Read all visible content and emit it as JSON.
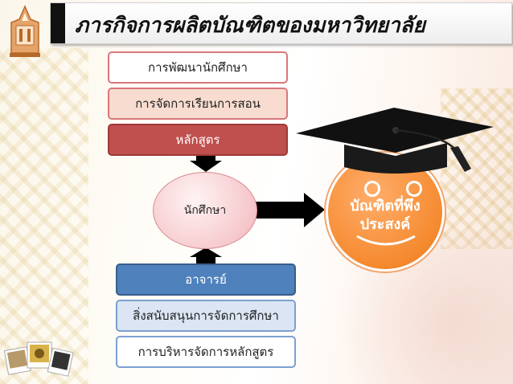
{
  "slide": {
    "title": "ภารกิจการผลิตบัณฑิตของมหาวิทยาลัย",
    "top_boxes": [
      {
        "label": "การพัฒนานักศึกษา"
      },
      {
        "label": "การจัดการเรียนการสอน"
      },
      {
        "label": "หลักสูตร"
      }
    ],
    "center": {
      "label": "นักศึกษา"
    },
    "outcome": {
      "line1": "บัณฑิตที่พึง",
      "line2": "ประสงค์"
    },
    "bottom_boxes": [
      {
        "label": "อาจารย์"
      },
      {
        "label": "สิ่งสนับสนุนการจัดการศึกษา"
      },
      {
        "label": "การบริหารจัดการหลักสูตร"
      }
    ]
  },
  "colors": {
    "curriculum_box": "#c0504d",
    "teacher_box": "#4f81bd",
    "face": "#f58a2f",
    "arrow": "#000000"
  }
}
